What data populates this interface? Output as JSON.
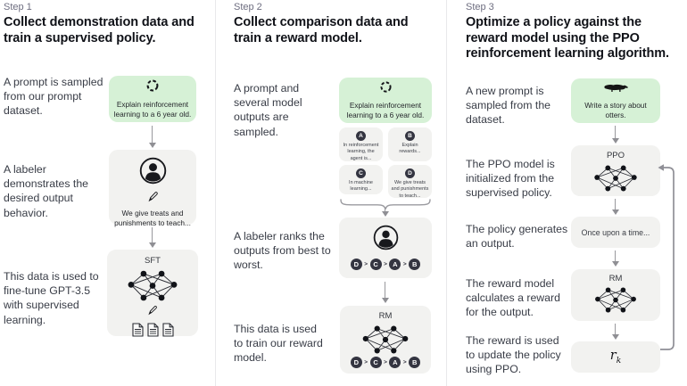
{
  "ui": {
    "rank_sep": ">"
  },
  "colors": {
    "green_box": "#d6f1d6",
    "gray_box": "#f2f2f0",
    "chip": "#343541",
    "arrow": "#95959a"
  },
  "step1": {
    "label": "Step 1",
    "heading": "Collect demonstration data and train a supervised policy.",
    "caption_prompt": "A prompt is sampled from our prompt dataset.",
    "caption_labeler": "A labeler demonstrates the desired output behavior.",
    "caption_finetune": "This data is used to fine-tune GPT-3.5 with supervised learning.",
    "prompt_text": "Explain reinforcement learning to a 6 year old.",
    "demonstration_text": "We give treats and punishments to teach...",
    "model_label": "SFT"
  },
  "step2": {
    "label": "Step 2",
    "heading": "Collect comparison data and train a reward model.",
    "caption_prompt": "A prompt and several model outputs are sampled.",
    "caption_rank": "A labeler ranks the outputs from best to worst.",
    "caption_train": "This data is used to train our reward model.",
    "prompt_text": "Explain reinforcement learning to a 6 year old.",
    "outputs": [
      {
        "letter": "A",
        "text": "In reinforcement learning, the agent is..."
      },
      {
        "letter": "B",
        "text": "Explain rewards..."
      },
      {
        "letter": "C",
        "text": "In machine learning..."
      },
      {
        "letter": "D",
        "text": "We give treats and punishments to teach..."
      }
    ],
    "ranking": [
      "D",
      "C",
      "A",
      "B"
    ],
    "model_label": "RM"
  },
  "step3": {
    "label": "Step 3",
    "heading": "Optimize a policy against the reward model using the PPO reinforcement learning algorithm.",
    "caption_prompt": "A new prompt is sampled from the dataset.",
    "caption_init": "The PPO model is initialized from the supervised policy.",
    "caption_output": "The policy generates an output.",
    "caption_reward": "The reward model calculates a reward for the output.",
    "caption_update": "The reward is used to update the policy using PPO.",
    "prompt_text": "Write a story about otters.",
    "ppo_label": "PPO",
    "output_text": "Once upon a time...",
    "rm_label": "RM",
    "reward_symbol": "r",
    "reward_subscript": "k"
  }
}
